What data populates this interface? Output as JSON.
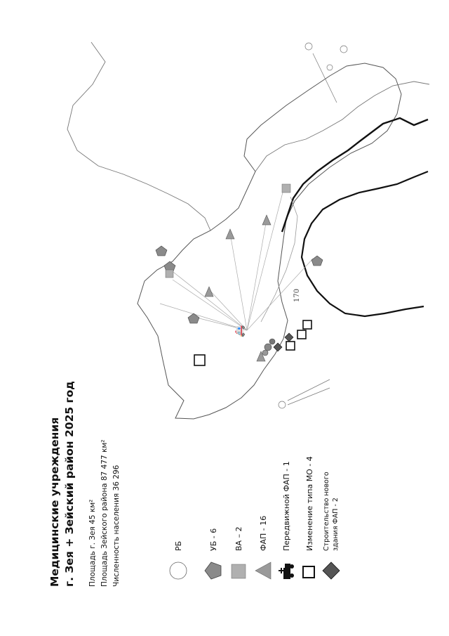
{
  "page_number": "170",
  "title": {
    "line1": "Медицинские учреждения",
    "line2": "г. Зея + Зейский район 2025 год"
  },
  "stats": {
    "area_city": "Площадь г. Зея 45 км²",
    "area_district": "Площадь Зейского района 87 477 км²",
    "population": "Численность населения 36 296"
  },
  "legend": [
    {
      "id": "rb",
      "label": "РБ",
      "icon": "circle-icon",
      "color": "#ffffff"
    },
    {
      "id": "ub",
      "label": "УБ - 6",
      "icon": "pentagon-icon",
      "color": "#8a8a8a"
    },
    {
      "id": "va",
      "label": "ВА – 2",
      "icon": "square-icon",
      "color": "#b0b0b0"
    },
    {
      "id": "fap",
      "label": "ФАП - 16",
      "icon": "triangle-icon",
      "color": "#9a9a9a"
    },
    {
      "id": "mobile",
      "label": "Передвижной ФАП - 1",
      "icon": "mobile-fap-icon",
      "color": "#111111"
    },
    {
      "id": "change",
      "label": "Изменение типа МО - 4",
      "icon": "hollow-square-icon",
      "color": "#111111"
    },
    {
      "id": "new",
      "label": "Строительство нового здания ФАП - 2",
      "icon": "diamond-icon",
      "color": "#555555"
    }
  ]
}
